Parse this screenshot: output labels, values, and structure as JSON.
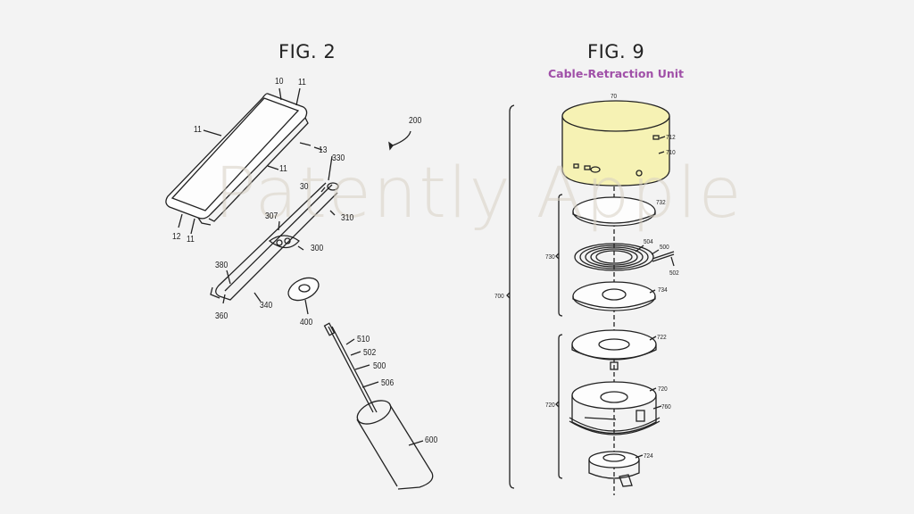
{
  "figures": [
    {
      "id": "fig2",
      "title": "FIG. 2",
      "labels": {
        "l10": "10",
        "l11a": "11",
        "l11b": "11",
        "l11c": "11",
        "l11d": "11",
        "l12": "12",
        "l13": "13",
        "l200": "200",
        "l330": "330",
        "l30x": "30",
        "l307": "307",
        "l310": "310",
        "l300": "300",
        "l380": "380",
        "l360": "360",
        "l340": "340",
        "l400": "400",
        "l510": "510",
        "l502": "502",
        "l500": "500",
        "l506": "506",
        "l600": "600"
      }
    },
    {
      "id": "fig9",
      "title": "FIG. 9",
      "subtitle": "Cable-Retraction Unit",
      "labels": {
        "l70": "70",
        "l712": "712",
        "l710": "710",
        "l732": "732",
        "l730": "730",
        "l504": "504",
        "l500": "500",
        "l502": "502",
        "l734": "734",
        "l700": "700",
        "l722": "722",
        "l720a": "720",
        "l720b": "720",
        "l760": "760",
        "l724": "724"
      }
    }
  ],
  "watermark": "Patently Apple",
  "colors": {
    "background": "#f3f3f3",
    "subtitle": "#a050a8",
    "housing_fill": "#f6f2b4",
    "watermark": "#d7d0c3"
  }
}
